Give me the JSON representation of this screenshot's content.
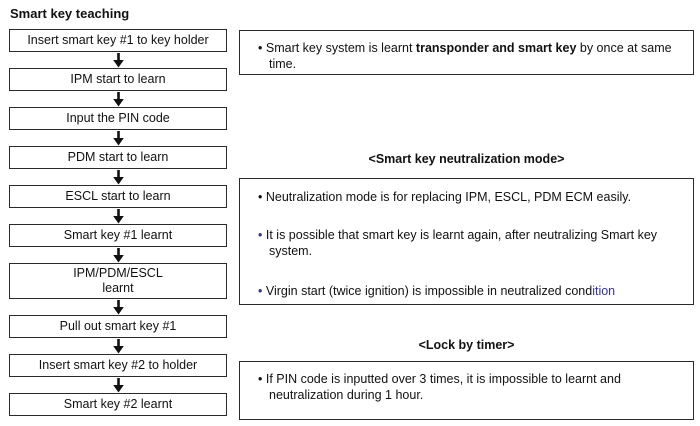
{
  "title": "Smart key teaching",
  "colors": {
    "accent_blue": "#333399",
    "text": "#111111",
    "border": "#2a2a2a"
  },
  "icons": {
    "bullet": "•"
  },
  "flow_steps": [
    "Insert smart key #1 to key holder",
    "IPM start to learn",
    "Input the PIN code",
    "PDM start to learn",
    "ESCL start to learn",
    "Smart key #1 learnt",
    "IPM/PDM/ESCL\nlearnt",
    "Pull out smart key #1",
    "Insert smart key #2 to holder",
    "Smart key #2 learnt"
  ],
  "note_top": {
    "pre": "Smart key system is learnt ",
    "bold": "transponder and smart key",
    "post": " by once at same  time."
  },
  "section_neutralization": {
    "heading": "<Smart key neutralization mode>",
    "bullet1": "Neutralization mode is for replacing IPM, ESCL, PDM ECM easily.",
    "bullet2": "It is possible that smart key is learnt again, after neutralizing Smart key system.",
    "bullet3_pre": "Virgin start (twice ignition) is impossible in neutralized cond",
    "bullet3_blue": "ition"
  },
  "section_lock": {
    "heading": "<Lock by timer>",
    "bullet": "If PIN code is inputted over 3 times, it is impossible to learnt and neutralization during 1 hour."
  }
}
